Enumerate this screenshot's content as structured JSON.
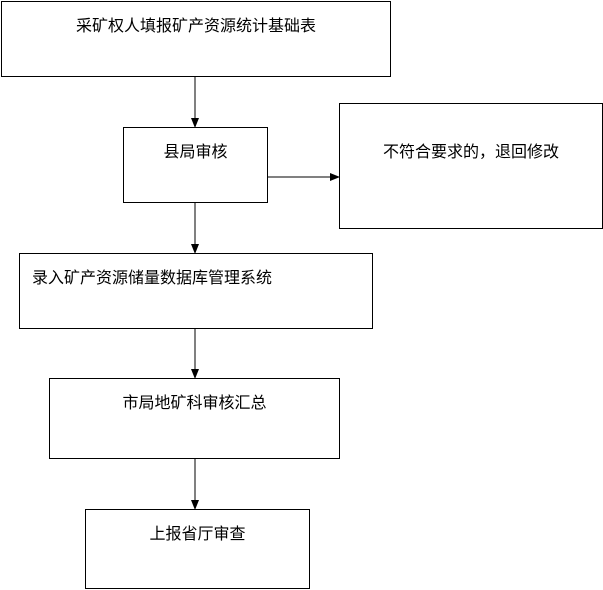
{
  "steps": [
    {
      "label": "采矿权人填报矿产资源统计基础表"
    },
    {
      "label": "县局审核"
    },
    {
      "label": "不符合要求的，退回修改"
    },
    {
      "label": "录入矿产资源储量数据库管理系统"
    },
    {
      "label": "市局地矿科审核汇总"
    },
    {
      "label": "上报省厅审查"
    }
  ]
}
